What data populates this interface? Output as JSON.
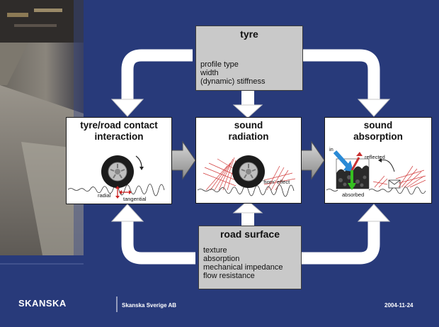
{
  "top_box": {
    "title": "tyre",
    "lines": [
      "profile type",
      "width",
      "(dynamic) stiffness"
    ]
  },
  "bottom_box": {
    "title": "road surface",
    "lines": [
      "texture",
      "absorption",
      "mechanical impedance",
      "flow resistance"
    ]
  },
  "boxes": {
    "contact": {
      "title_line1": "tyre/road contact",
      "title_line2": "interaction",
      "label_radial": "radial",
      "label_tangential": "tangential"
    },
    "radiation": {
      "title_line1": "sound",
      "title_line2": "radiation",
      "label_horn": "'horn' effect"
    },
    "absorption": {
      "title_line1": "sound",
      "title_line2": "absorption",
      "label_in": "in",
      "label_reflected": "reflected",
      "label_absorbed": "absorbed"
    }
  },
  "footer": {
    "logo": "SKANSKA",
    "company": "Skanska Sverige AB",
    "date": "2004-11-24"
  },
  "colors": {
    "background": "#283a7a",
    "arrow": "#ffffff",
    "grey_box": "#c9c9c9",
    "hatch": "#d23c3c",
    "blue_arrow": "#2a8ad6",
    "green_arrow": "#35c020"
  }
}
